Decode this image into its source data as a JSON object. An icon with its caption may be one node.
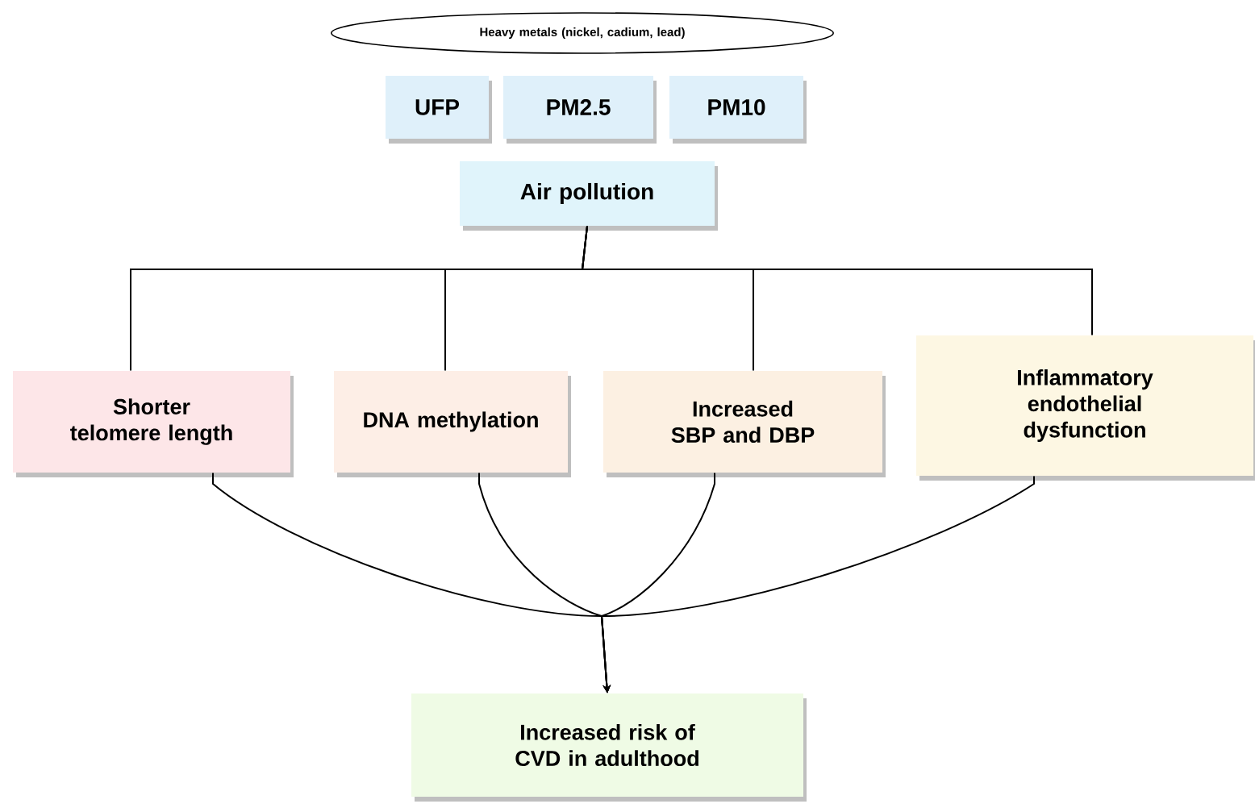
{
  "diagram": {
    "nodes": [
      {
        "text": [
          "Heavy metals (nickel, cadium, lead)"
        ]
      },
      {
        "text": [
          "UFP"
        ]
      },
      {
        "text": [
          "PM2.5"
        ]
      },
      {
        "text": [
          "PM10"
        ]
      },
      {
        "text": [
          "Air pollution"
        ]
      },
      {
        "text": [
          "Shorter telomere length"
        ]
      },
      {
        "text": [
          "DNA methylation"
        ]
      },
      {
        "text": [
          "Increased SBP and DBP"
        ]
      },
      {
        "text": [
          "Inflammatory endothelial dysfunction"
        ]
      },
      {
        "text": [
          "Increased risk of CVD in adulthood"
        ]
      }
    ],
    "edges": [
      {
        "from": 4,
        "to": 5,
        "arrow": "none"
      },
      {
        "from": 4,
        "to": 6,
        "arrow": "none"
      },
      {
        "from": 4,
        "to": 7,
        "arrow": "none"
      },
      {
        "from": 4,
        "to": 8,
        "arrow": "none"
      },
      {
        "from": 5,
        "to": 9,
        "arrow": "to"
      },
      {
        "from": 6,
        "to": 9,
        "arrow": "to"
      },
      {
        "from": 7,
        "to": 9,
        "arrow": "to"
      },
      {
        "from": 8,
        "to": 9,
        "arrow": "to"
      }
    ]
  }
}
